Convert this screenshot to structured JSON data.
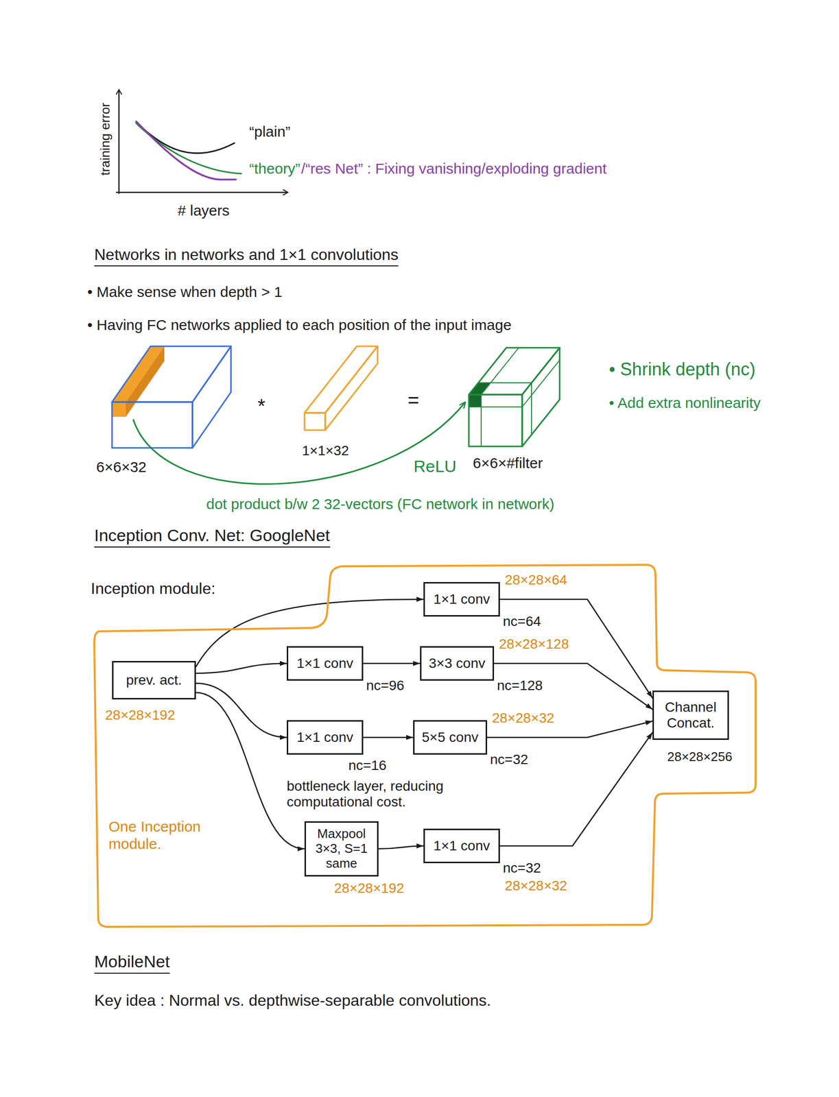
{
  "diagram": {
    "nodes": [
      {
        "text": [
          "One Inception module."
        ]
      },
      {
        "text": [
          "prev. act."
        ],
        "in": 0
      },
      {
        "text": [
          "1×1 conv"
        ],
        "in": 0
      },
      {
        "text": [
          "1×1 conv"
        ],
        "in": 0
      },
      {
        "text": [
          "3×3 conv"
        ],
        "in": 0
      },
      {
        "text": [
          "1×1 conv"
        ],
        "in": 0
      },
      {
        "text": [
          "5×5 conv"
        ],
        "in": 0
      },
      {
        "text": [
          "Maxpool 3×3, S=1 same"
        ],
        "in": 0
      },
      {
        "text": [
          "1×1 conv"
        ],
        "in": 0
      },
      {
        "text": [
          "Channel Concat."
        ],
        "in": 0
      }
    ],
    "edges": [
      {
        "from": 1,
        "to": 2,
        "arrow": "to"
      },
      {
        "from": 1,
        "to": 3,
        "arrow": "to"
      },
      {
        "from": 1,
        "to": 5,
        "arrow": "to"
      },
      {
        "from": 1,
        "to": 7,
        "arrow": "to"
      },
      {
        "from": 3,
        "to": 4,
        "arrow": "to"
      },
      {
        "from": 5,
        "to": 6,
        "arrow": "to"
      },
      {
        "from": 7,
        "to": 8,
        "arrow": "to"
      },
      {
        "from": 2,
        "to": 9,
        "arrow": "to"
      },
      {
        "from": 4,
        "to": 9,
        "arrow": "to"
      },
      {
        "from": 6,
        "to": 9,
        "arrow": "to"
      },
      {
        "from": 8,
        "to": 9,
        "arrow": "to"
      }
    ],
    "labels": [
      "training error",
      "# layers",
      "“plain”",
      "“theory”",
      "/“res Net” : Fixing vanishing/exploding gradient",
      "Networks in networks and 1×1 convolutions",
      "• Make sense when depth > 1",
      "• Having FC networks applied to each position of the input image",
      "6×6×32",
      "*",
      "1×1×32",
      "=",
      "ReLU",
      "6×6×#filter",
      "dot product b/w 2 32-vectors (FC network in network)",
      "• Shrink depth (nc)",
      "• Add extra nonlinearity",
      "Inception Conv. Net: GoogleNet",
      "Inception module:",
      "28×28×192",
      "28×28×64",
      "nc=64",
      "nc=96",
      "28×28×128",
      "nc=128",
      "nc=16",
      "bottleneck layer, reducing computational cost.",
      "28×28×32",
      "nc=32",
      "28×28×192",
      "nc=32",
      "28×28×32",
      "28×28×256",
      "MobileNet",
      "Key idea : Normal vs. depthwise-separable convolutions."
    ]
  }
}
